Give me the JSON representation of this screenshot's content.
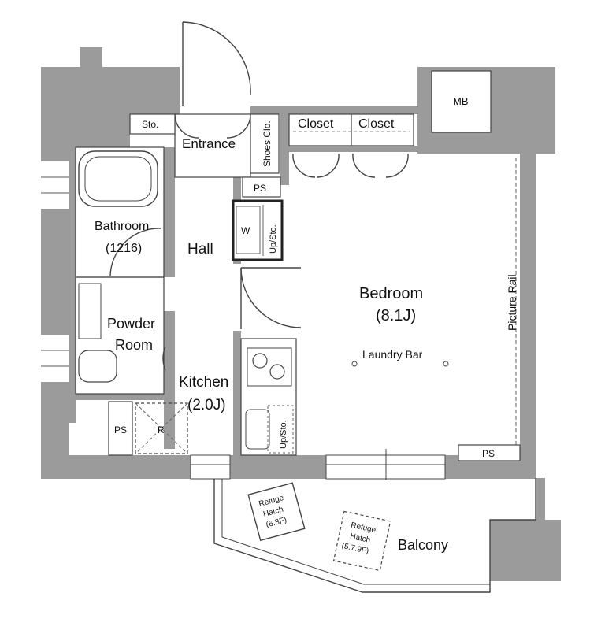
{
  "rooms": {
    "entrance": "Entrance",
    "hall": "Hall",
    "bathroom": "Bathroom",
    "bathroom_size": "(1216)",
    "powder_room_line1": "Powder",
    "powder_room_line2": "Room",
    "kitchen": "Kitchen",
    "kitchen_size": "(2.0J)",
    "bedroom": "Bedroom",
    "bedroom_size": "(8.1J)",
    "balcony": "Balcony"
  },
  "fixtures": {
    "storage": "Sto.",
    "shoes_closet": "Shoes Clo.",
    "closet_left": "Closet",
    "closet_right": "Closet",
    "meter_box": "MB",
    "ps_hall": "PS",
    "ps_kitchen": "PS",
    "ps_bedroom": "PS",
    "washer": "W",
    "up_storage_washer": "Up/Sto.",
    "up_storage_kitchen": "Up/Sto.",
    "refrigerator": "R",
    "laundry_bar": "Laundry Bar",
    "picture_rail": "Picture Rail",
    "refuge_hatch_1_line1": "Refuge",
    "refuge_hatch_1_line2": "Hatch",
    "refuge_hatch_1_line3": "(6.8F)",
    "refuge_hatch_2_line1": "Refuge",
    "refuge_hatch_2_line2": "Hatch",
    "refuge_hatch_2_line3": "(5.7.9F)"
  }
}
